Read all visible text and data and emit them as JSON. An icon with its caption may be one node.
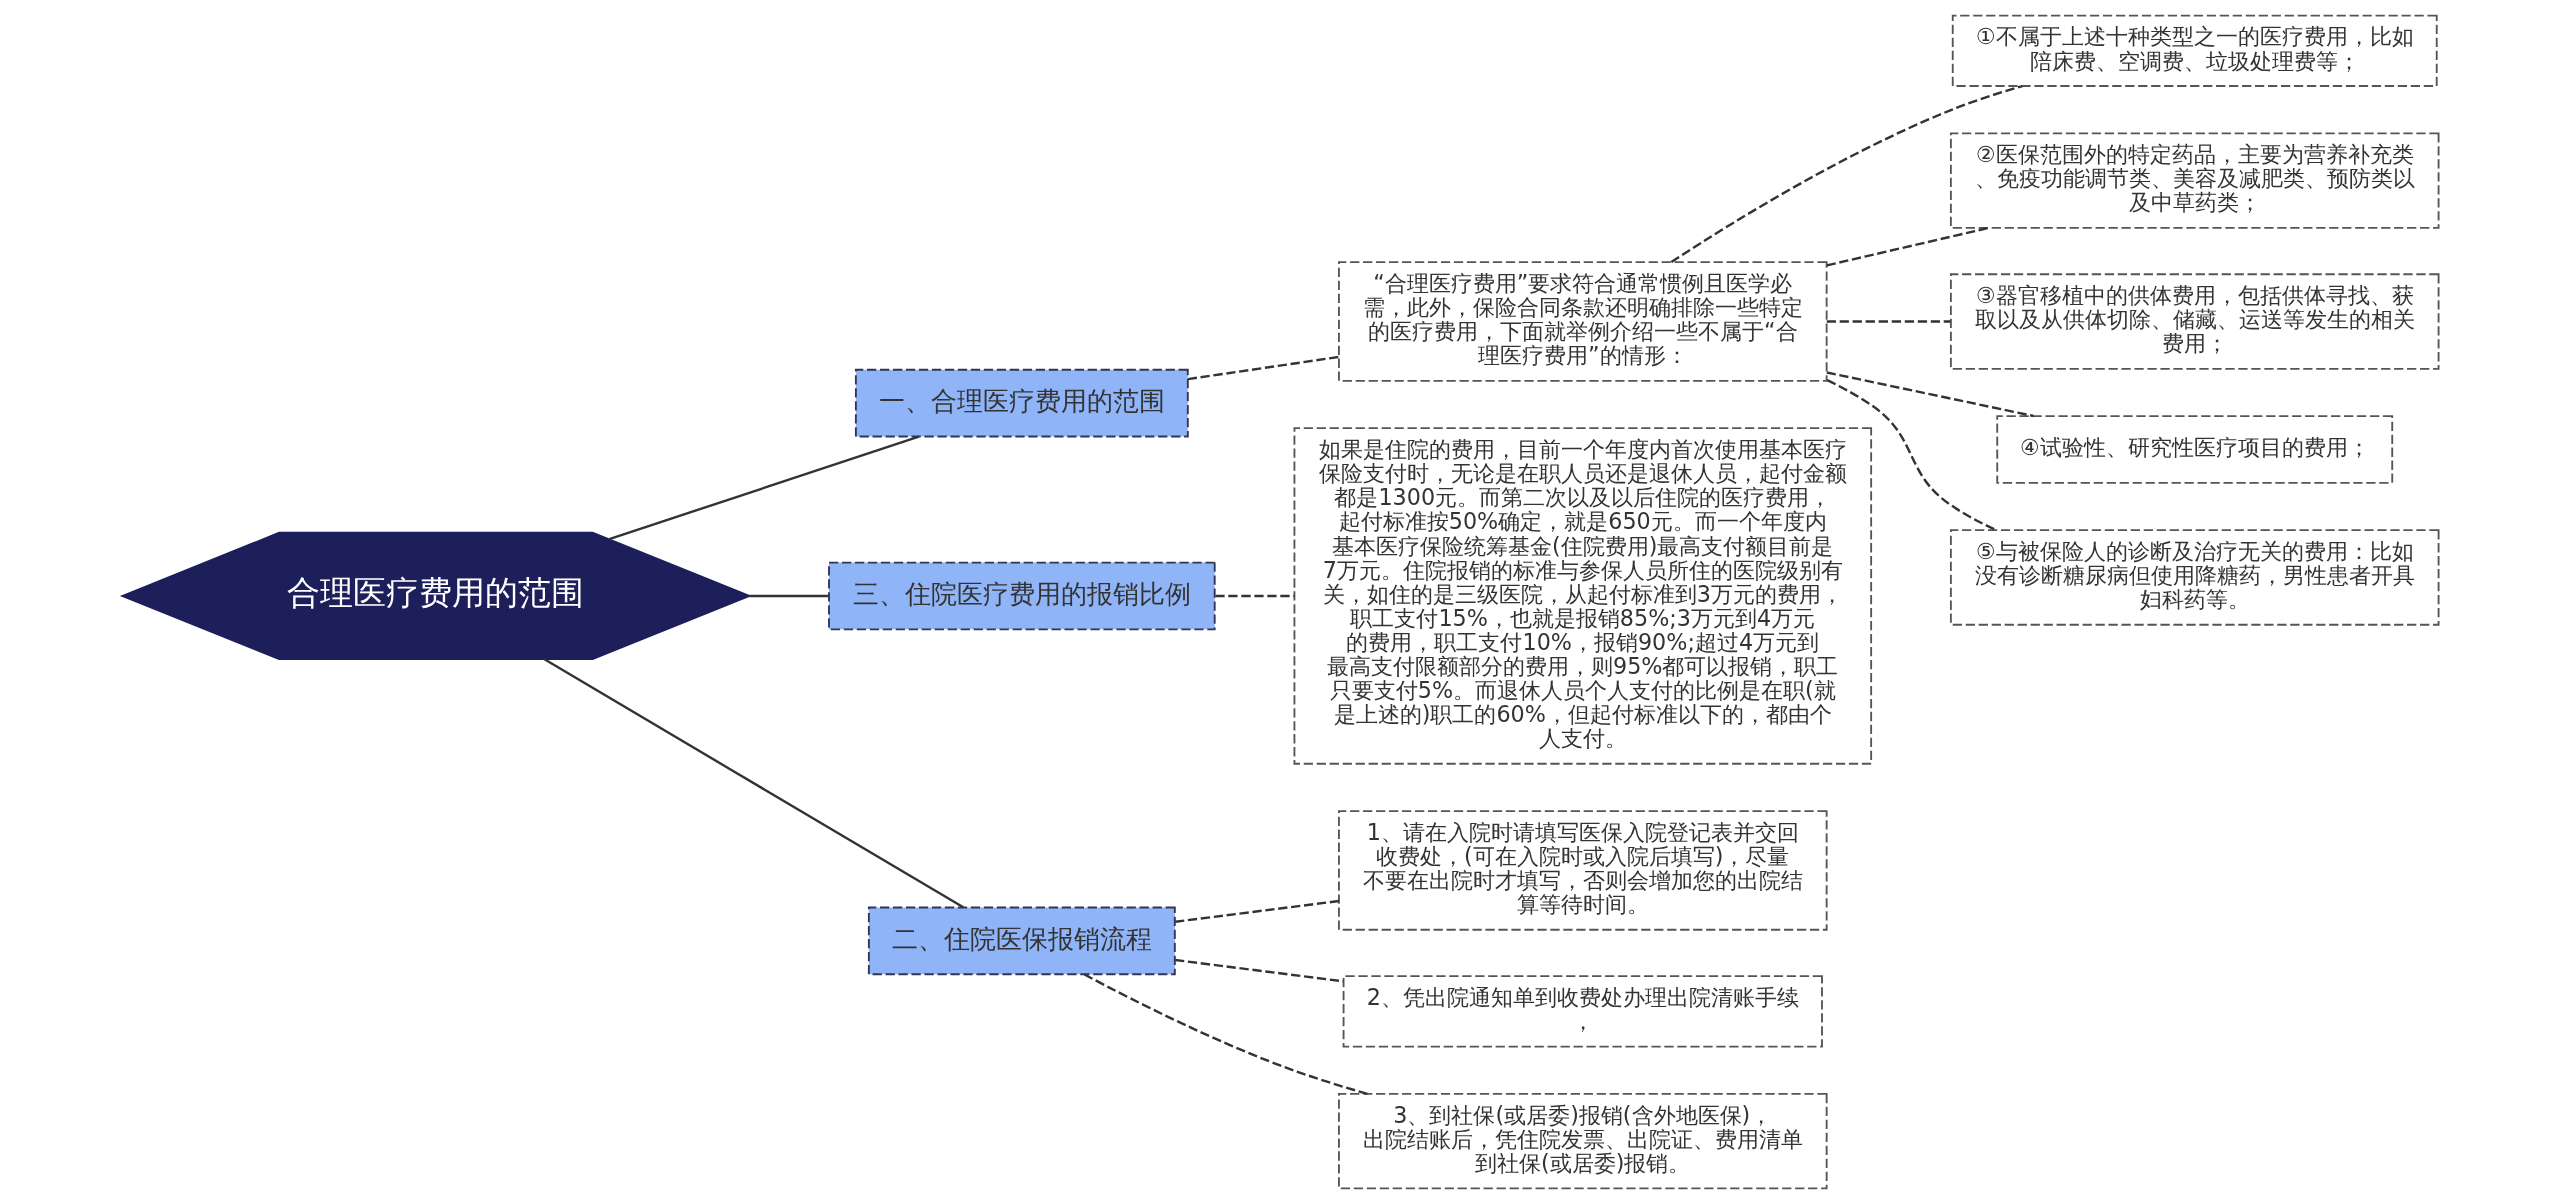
{
  "diagram": {
    "nodes": [
      {
        "text": [
          "合理医疗费用的范围"
        ]
      },
      {
        "text": [
          "一、合理医疗费用的范围"
        ]
      },
      {
        "text": [
          "“合理医疗费用”要求符合通常惯例且医学必需，此外，保险合同条款还明确排除一些特定的医疗费用，下面就举例介绍一些不属于“合理医疗费用”的情形："
        ]
      },
      {
        "text": [
          "①不属于上述十种类型之一的医疗费用，比如陪床费、空调费、垃圾处理费等；"
        ]
      },
      {
        "text": [
          "②医保范围外的特定药品，主要为营养补充类、免疫功能调节类、美容及减肥类、预防类以及中草药类；"
        ]
      },
      {
        "text": [
          "③器官移植中的供体费用，包括供体寻找、获取以及从供体切除、储藏、运送等发生的相关费用；"
        ]
      },
      {
        "text": [
          "④试验性、研究性医疗项目的费用；"
        ]
      },
      {
        "text": [
          "⑤与被保险人的诊断及治疗无关的费用：比如没有诊断糖尿病但使用降糖药，男性患者开具妇科药等。"
        ]
      },
      {
        "text": [
          "三、住院医疗费用的报销比例"
        ]
      },
      {
        "text": [
          "如果是住院的费用，目前一个年度内首次使用基本医疗保险支付时，无论是在职人员还是退休人员，起付金额都是1300元。而第二次以及以后住院的医疗费用，起付标准按50%确定，就是650元。而一个年度内基本医疗保险统筹基金(住院费用)最高支付额目前是7万元。住院报销的标准与参保人员所住的医院级别有关，如住的是三级医院，从起付标准到3万元的费用，职工支付15%，也就是报销85%;3万元到4万元的费用，职工支付10%，报销90%;超过4万元到最高支付限额部分的费用，则95%都可以报销，职工只要支付5%。而退休人员个人支付的比例是在职(就是上述的)职工的60%，但起付标准以下的，都由个人支付。"
        ]
      },
      {
        "text": [
          "二、住院医保报销流程"
        ]
      },
      {
        "text": [
          "1、请在入院时请填写医保入院登记表并交回收费处，(可在入院时或入院后填写)，尽量不要在出院时才填写，否则会增加您的出院结算等待时间。"
        ]
      },
      {
        "text": [
          "2、凭出院通知单到收费处办理出院清账手续，"
        ]
      },
      {
        "text": [
          "3、到社保(或居委)报销(含外地医保)，出院结账后，凭住院发票、出院证、费用清单到社保(或居委)报销。"
        ]
      }
    ],
    "edges": [
      {
        "from": 0,
        "to": 1,
        "arrow": "none"
      },
      {
        "from": 1,
        "to": 2,
        "arrow": "none",
        "style": "dashed"
      },
      {
        "from": 2,
        "to": 3,
        "arrow": "none",
        "style": "dashed"
      },
      {
        "from": 2,
        "to": 4,
        "arrow": "none",
        "style": "dashed"
      },
      {
        "from": 2,
        "to": 5,
        "arrow": "none",
        "style": "dashed"
      },
      {
        "from": 2,
        "to": 6,
        "arrow": "none",
        "style": "dashed"
      },
      {
        "from": 2,
        "to": 7,
        "arrow": "none",
        "style": "dashed"
      },
      {
        "from": 0,
        "to": 8,
        "arrow": "none"
      },
      {
        "from": 8,
        "to": 9,
        "arrow": "none",
        "style": "dashed"
      },
      {
        "from": 0,
        "to": 10,
        "arrow": "none"
      },
      {
        "from": 10,
        "to": 11,
        "arrow": "none",
        "style": "dashed"
      },
      {
        "from": 10,
        "to": 12,
        "arrow": "none",
        "style": "dashed"
      },
      {
        "from": 10,
        "to": 13,
        "arrow": "none",
        "style": "dashed"
      }
    ]
  }
}
